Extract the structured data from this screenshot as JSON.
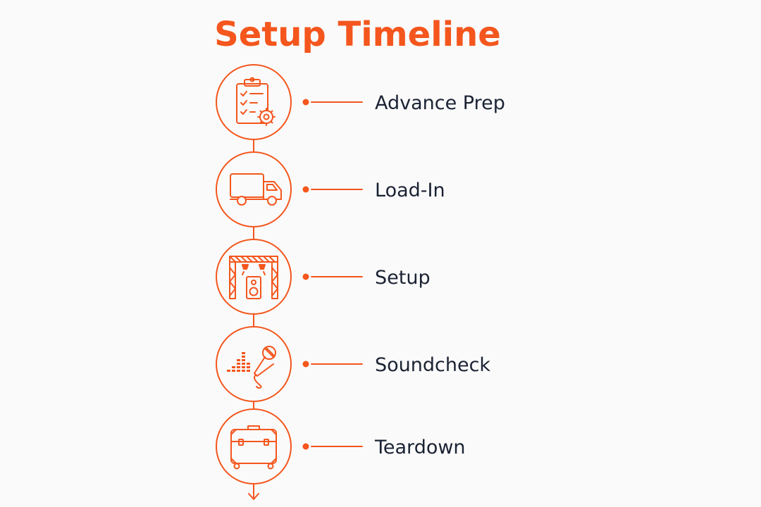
{
  "title": "Setup Timeline",
  "colors": {
    "accent": "#f4561d",
    "text": "#1a2233",
    "background": "#fafafa"
  },
  "steps": [
    {
      "label": "Advance Prep",
      "icon": "clipboard-checklist-gear-icon"
    },
    {
      "label": "Load-In",
      "icon": "truck-icon"
    },
    {
      "label": "Setup",
      "icon": "stage-truss-speaker-icon"
    },
    {
      "label": "Soundcheck",
      "icon": "microphone-equalizer-icon"
    },
    {
      "label": "Teardown",
      "icon": "road-case-icon"
    }
  ]
}
